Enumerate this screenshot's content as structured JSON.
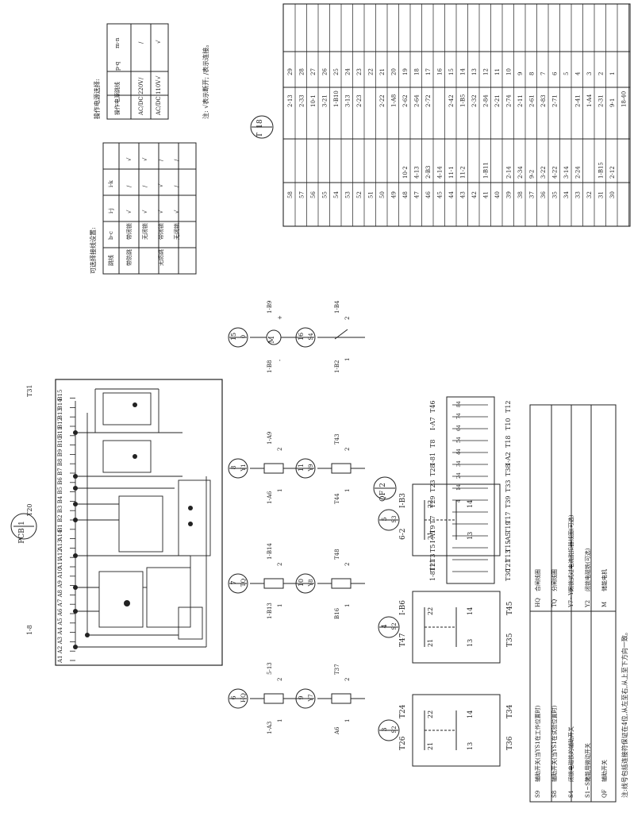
{
  "pcb": {
    "circle_top": "1",
    "circle_bottom": "PCB",
    "pin_labels": [
      "A1",
      "A2",
      "A3",
      "A4",
      "A5",
      "A6",
      "A7",
      "A8",
      "A9",
      "A10",
      "A11",
      "A12",
      "A13",
      "A14",
      "B1",
      "B2",
      "B3",
      "B4",
      "B5",
      "B6",
      "B7",
      "B8",
      "B9",
      "B10",
      "B11",
      "B12",
      "B13",
      "B14",
      "B15"
    ],
    "wire_labels": [
      "1-8",
      "T20",
      "T31"
    ]
  },
  "devices": [
    {
      "id": "hq",
      "top": "6",
      "bottom": "HQ",
      "left": "1-A3",
      "right": "5-13",
      "l2": "1",
      "r2": "2"
    },
    {
      "id": "tq",
      "top": "7",
      "bottom": "TQ",
      "left": "1-B13",
      "right": "1-B14",
      "l2": "1",
      "r2": "2"
    },
    {
      "id": "y1",
      "top": "8",
      "bottom": "Y1",
      "left": "1-A6",
      "right": "1-A9",
      "l2": "1",
      "r2": "2"
    },
    {
      "id": "y7",
      "top": "9",
      "bottom": "Y7",
      "left": "A6",
      "right": "T37",
      "l2": "1",
      "r2": "2"
    },
    {
      "id": "y8",
      "top": "10",
      "bottom": "Y8",
      "left": "B16",
      "right": "T48",
      "l2": "1",
      "r2": "2"
    },
    {
      "id": "y9",
      "top": "11",
      "bottom": "Y9",
      "left": "T44",
      "right": "T43",
      "l2": "1",
      "r2": "2"
    },
    {
      "id": "m",
      "top": "15",
      "bottom": "0",
      "left": "1-B8",
      "right": "1-B9",
      "l2": "-",
      "r2": "+"
    },
    {
      "id": "s4",
      "top": "16",
      "bottom": "S4",
      "left": "1-B2",
      "right": "1-B4",
      "l2": "1",
      "r2": "2"
    }
  ],
  "switches": [
    {
      "top": "3",
      "bottom": "S2",
      "pins": [
        "21",
        "22",
        "13",
        "14"
      ],
      "labels": [
        "T26",
        "T24",
        "T36",
        "T34"
      ]
    },
    {
      "top": "4",
      "bottom": "S2",
      "pins": [
        "21",
        "22",
        "13",
        "14"
      ],
      "labels": [
        "T47",
        "I-B6",
        "T35",
        "T45"
      ]
    },
    {
      "top": "5",
      "bottom": "S3",
      "pins": [
        "21",
        "22",
        "13",
        "14"
      ],
      "labels": [
        "6-2",
        "I-B3"
      ]
    }
  ],
  "qf": {
    "top": "2",
    "bottom": "QF",
    "left_top": [
      "T46",
      "I-A7",
      "T8",
      "I-81"
    ],
    "right_top": [
      "T12",
      "T10",
      "T18",
      "I-A2"
    ],
    "left_mid": [
      "T28",
      "T23",
      "T29"
    ],
    "right_mid": [
      "T38",
      "T33",
      "T39"
    ],
    "left_bot": [
      "T7",
      "T9",
      "I-A1",
      "T5",
      "T3",
      "T11",
      "1-812"
    ],
    "right_bot": [
      "T17",
      "T19",
      "-A5",
      "T15",
      "T13",
      "T21",
      "T30"
    ]
  },
  "option_table": {
    "title": "可选择接线设置:",
    "headers": [
      "跳线",
      "b-c",
      "i-j",
      "i-k"
    ],
    "rows": [
      [
        "带防跳",
        "带闭锁",
        "√",
        "/",
        "√"
      ],
      [
        "",
        "无闭锁",
        "√",
        "/",
        "√"
      ],
      [
        "无防跳",
        "带闭锁",
        "√",
        "√",
        "/"
      ],
      [
        "",
        "无闭锁",
        "√",
        "/",
        "/"
      ]
    ]
  },
  "power_table": {
    "title": "操作电源选择:",
    "headers": [
      "操作电源",
      "跳线",
      "p-q",
      "m-n"
    ],
    "rows": [
      [
        "AC/DC 220V",
        "/",
        "/"
      ],
      [
        "AC/DC 110V",
        "√",
        "√"
      ]
    ],
    "note": "注: √表示断开; /表示连接。"
  },
  "terminal_block": {
    "circle_top": "18",
    "circle_bottom": "T",
    "left_numbers": [
      "58",
      "57",
      "56",
      "55",
      "54",
      "53",
      "52",
      "51",
      "50",
      "49",
      "48",
      "47",
      "46",
      "45",
      "44",
      "43",
      "42",
      "41",
      "40",
      "39",
      "38",
      "37",
      "36",
      "35",
      "34",
      "33",
      "32",
      "31",
      "30"
    ],
    "left_labels": [
      "",
      "",
      "",
      "",
      "",
      "",
      "",
      "",
      "",
      "",
      "10-2",
      "4-13",
      "2-B3",
      "4-14",
      "11-1",
      "11-2",
      "",
      "1-B11",
      "",
      "2-14",
      "2-34",
      "9-2",
      "3-22",
      "4-22",
      "3-14",
      "2-24",
      "",
      "1-B15",
      "2-12"
    ],
    "right_labels": [
      "2-13",
      "2-33",
      "10-1",
      "3-21",
      "1-B10",
      "3-13",
      "2-23",
      "",
      "2-22",
      "1-A8",
      "2-62",
      "2-64",
      "2-72",
      "",
      "2-42",
      "1-B5",
      "2-32",
      "2-84",
      "2-21",
      "2-74",
      "2-11",
      "2-61",
      "2-83",
      "2-71",
      "",
      "2-41",
      "1-A4",
      "2-31",
      "9-1",
      "18-40"
    ],
    "right_numbers": [
      "29",
      "28",
      "27",
      "26",
      "25",
      "24",
      "23",
      "22",
      "21",
      "20",
      "19",
      "18",
      "17",
      "16",
      "15",
      "14",
      "13",
      "12",
      "11",
      "10",
      "9",
      "8",
      "7",
      "6",
      "5",
      "4",
      "3",
      "2",
      "1"
    ]
  },
  "legend": {
    "items": [
      [
        "S9",
        "辅助开关(当YS1在工作位置时)",
        "HQ",
        "合闸线圈"
      ],
      [
        "S8",
        "辅助开关(当YS1在试验位置时)",
        "TQ",
        "分闸线圈"
      ],
      [
        "S4",
        "闭锁电磁铁的辅助开关",
        "Y7~Y9",
        "闭锁式过电流脱扣器线圈(可选)"
      ],
      [
        "S1~S3",
        "储能用微动开关",
        "Y2",
        "闭锁电磁铁(可选)"
      ],
      [
        "QF",
        "辅助开关",
        "M",
        "储能电机"
      ]
    ],
    "note": "注:线号包括连接符保证在4位,从左至右,从上至下方向一致。"
  }
}
